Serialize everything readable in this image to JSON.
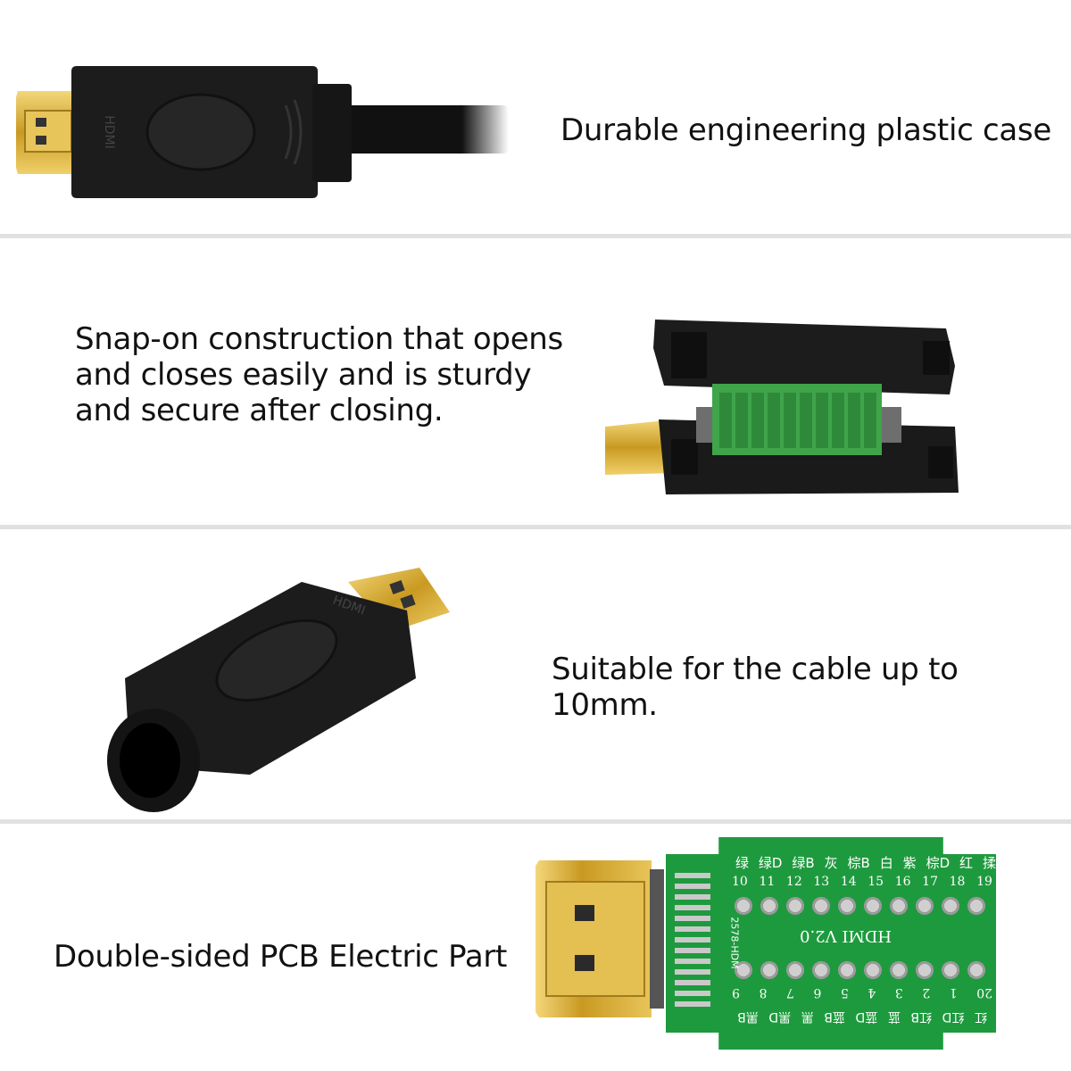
{
  "features": [
    {
      "lines": [
        "Durable engineering plastic case"
      ]
    },
    {
      "lines": [
        "Snap-on construction that opens",
        "and closes easily and is sturdy",
        "and secure after closing."
      ]
    },
    {
      "lines": [
        "Suitable for the cable up to 10mm."
      ]
    },
    {
      "lines": [
        "Double-sided PCB Electric Part"
      ]
    }
  ],
  "pcb": {
    "top_labels": [
      "绿",
      "绿D",
      "绿B",
      "灰",
      "棕B",
      "白",
      "紫",
      "棕D",
      "红",
      "揉"
    ],
    "top_numbers": [
      "10",
      "11",
      "12",
      "13",
      "14",
      "15",
      "16",
      "17",
      "18",
      "19"
    ],
    "board_text": "HDMI V2.0",
    "part_code": "2578-HDM",
    "bottom_numbers": [
      "20",
      "1",
      "2",
      "3",
      "4",
      "5",
      "6",
      "7",
      "8",
      "9"
    ],
    "bottom_labels": [
      "红",
      "红D",
      "红B",
      "蓝",
      "蓝D",
      "蓝B",
      "黑",
      "黑D",
      "黑B"
    ]
  },
  "colors": {
    "plastic": "#1c1c1c",
    "gold": "#d9b13a",
    "pcb_green": "#1e9a3e",
    "terminal_green": "#4cae4c",
    "divider": "#e1e1e1"
  }
}
